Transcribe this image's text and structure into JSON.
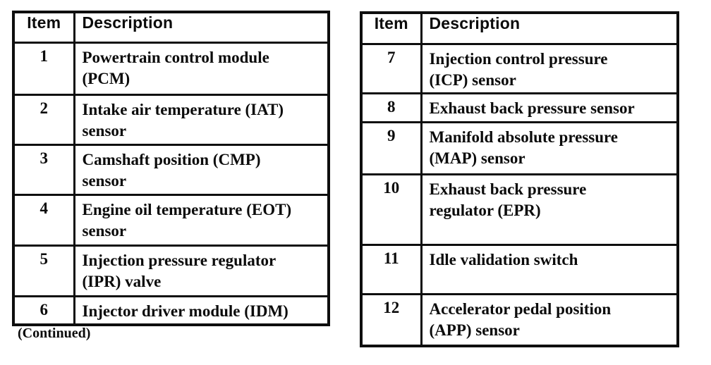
{
  "colors": {
    "ink": "#0e0e0e",
    "paper": "#ffffff"
  },
  "tables": [
    {
      "id": "components-items-1-6",
      "header": {
        "item": "Item",
        "description": "Description"
      },
      "rows": [
        {
          "item": "1",
          "description": [
            "Powertrain control module",
            "(PCM)"
          ]
        },
        {
          "item": "2",
          "description": [
            "Intake air temperature (IAT)",
            "sensor"
          ]
        },
        {
          "item": "3",
          "description": [
            "Camshaft position (CMP)",
            "sensor"
          ]
        },
        {
          "item": "4",
          "description": [
            "Engine oil temperature (EOT)",
            "sensor"
          ]
        },
        {
          "item": "5",
          "description": [
            "Injection pressure regulator",
            "(IPR) valve"
          ]
        },
        {
          "item": "6",
          "description": "Injector driver module (IDM)"
        }
      ],
      "footnote": "(Continued)"
    },
    {
      "id": "components-items-7-12",
      "header": {
        "item": "Item",
        "description": "Description"
      },
      "rows": [
        {
          "item": "7",
          "description": [
            "Injection control pressure",
            "(ICP) sensor"
          ]
        },
        {
          "item": "8",
          "description": "Exhaust back pressure sensor"
        },
        {
          "item": "9",
          "description": [
            "Manifold absolute pressure",
            "(MAP) sensor"
          ]
        },
        {
          "item": "10",
          "description": [
            "Exhaust back pressure",
            "regulator (EPR)"
          ]
        },
        {
          "item": "11",
          "description": "Idle validation switch"
        },
        {
          "item": "12",
          "description": [
            "Accelerator pedal position",
            "(APP) sensor"
          ]
        }
      ]
    }
  ]
}
